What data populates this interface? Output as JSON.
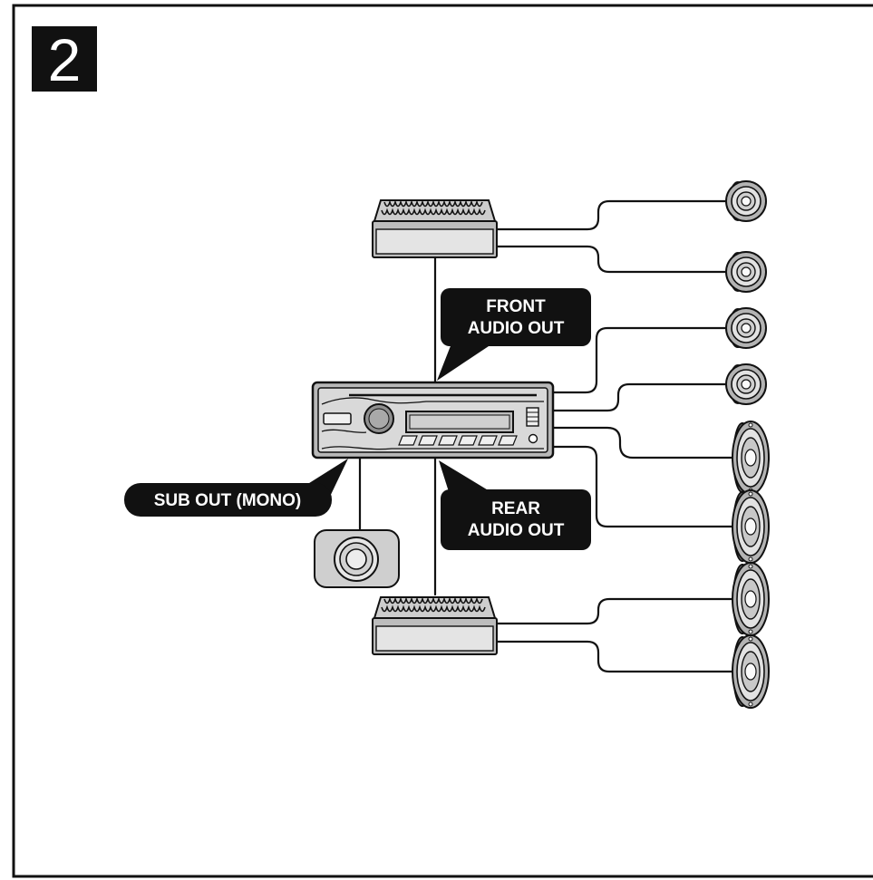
{
  "figure": {
    "number": "2"
  },
  "labels": {
    "front": {
      "line1": "FRONT",
      "line2": "AUDIO OUT"
    },
    "sub": {
      "text": "SUB OUT (MONO)"
    },
    "rear": {
      "line1": "REAR",
      "line2": "AUDIO OUT"
    }
  },
  "colors": {
    "ink": "#111111",
    "label_text": "#ffffff",
    "device_body": "#b8b8b8",
    "device_face": "#d9d9d9",
    "background": "#ffffff"
  },
  "icons": {
    "head_unit": "car-stereo-head-unit-icon",
    "amplifier": "amplifier-icon",
    "tweeter": "tweeter-speaker-icon",
    "oval_speaker": "oval-speaker-icon",
    "subwoofer": "subwoofer-icon"
  }
}
